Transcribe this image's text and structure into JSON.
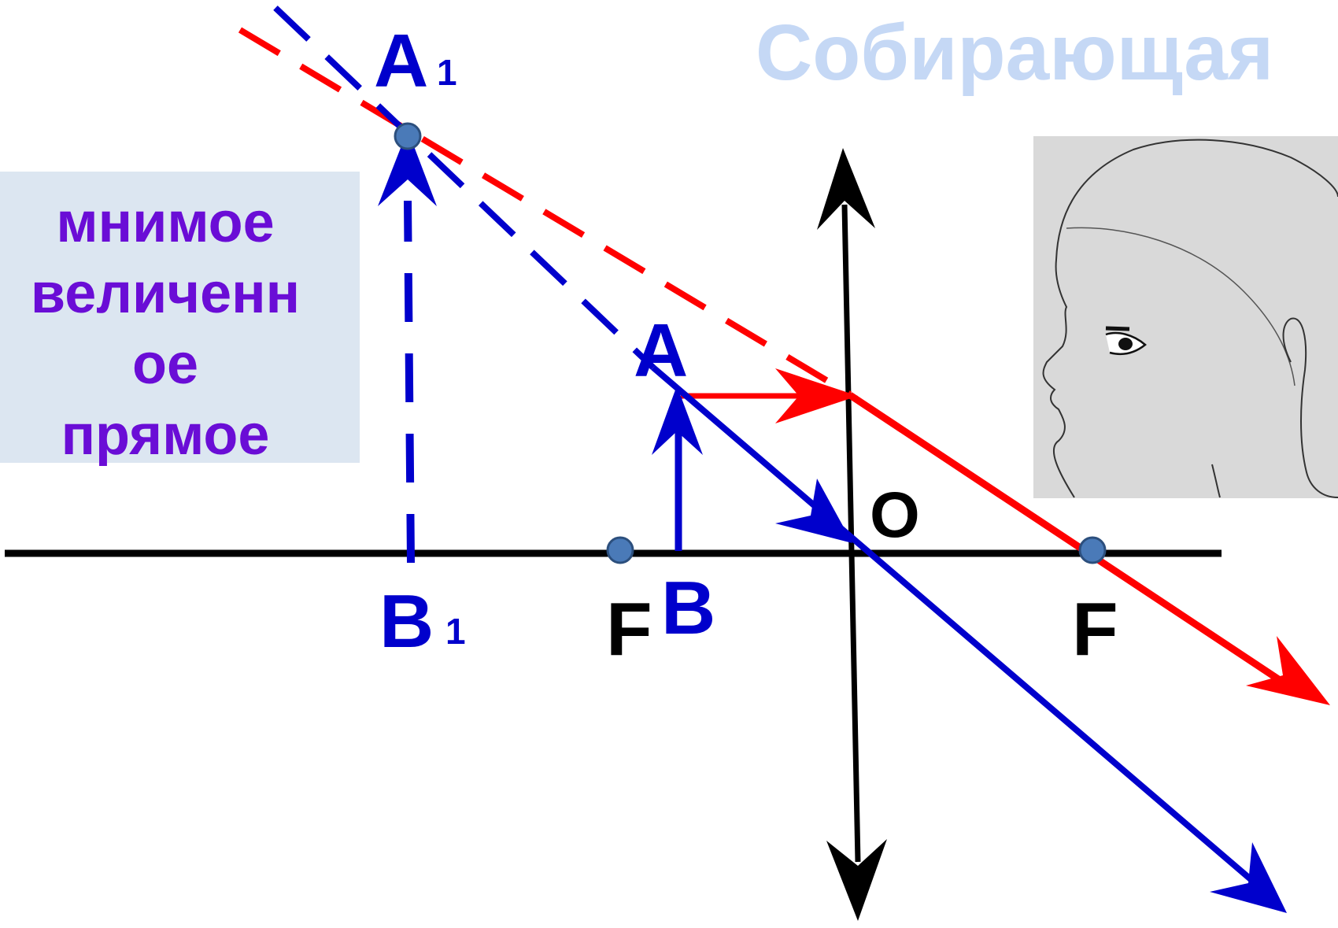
{
  "title": "Собирающая",
  "info_lines": [
    "мнимое",
    "величенн",
    "ое",
    "прямое"
  ],
  "labels": {
    "a1": "A",
    "a1_sub": "1",
    "a": "A",
    "b": "B",
    "b1": "B",
    "b1_sub": "1",
    "f_left": "F",
    "f_right": "F",
    "o": "O"
  },
  "colors": {
    "ray_red": "#ff0000",
    "ray_blue": "#0000cc",
    "axis": "#000000",
    "point": "#4a7ab8",
    "title": "#c5d8f5",
    "info_text": "#6a0dd6",
    "info_bg": "#dce6f1"
  },
  "icons": [
    "eye-profile-illustration"
  ]
}
